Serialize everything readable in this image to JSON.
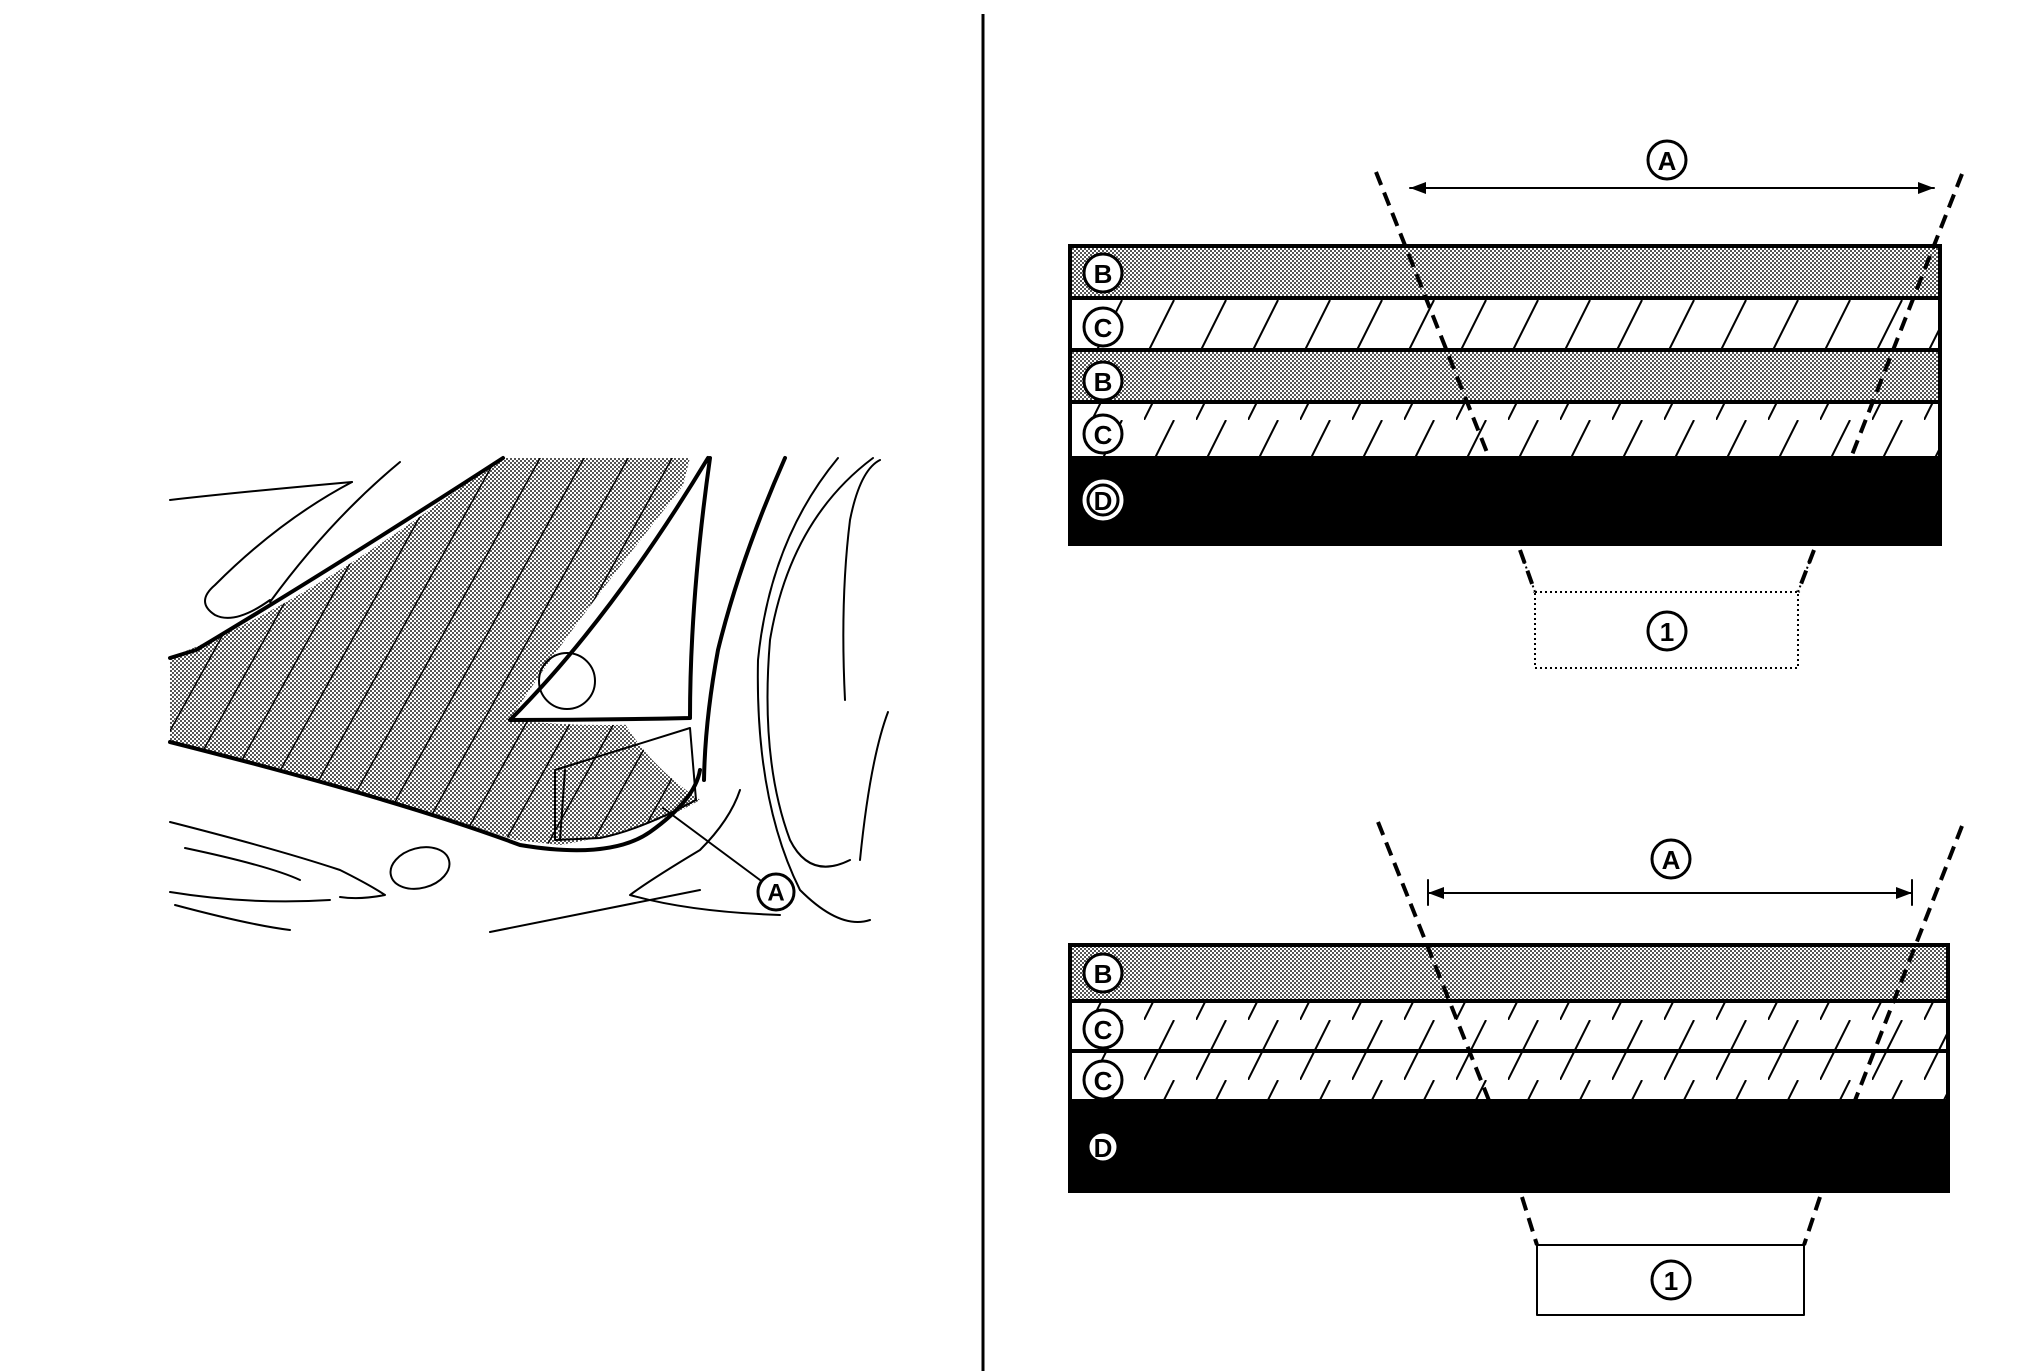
{
  "left_figure": {
    "callout": "A"
  },
  "top_diagram": {
    "dimension_label": "A",
    "layers": [
      "B",
      "C",
      "B",
      "C",
      "D"
    ],
    "bottom_label": "1"
  },
  "bottom_diagram": {
    "dimension_label": "A",
    "layers": [
      "B",
      "C",
      "C",
      "D"
    ],
    "bottom_label": "1"
  },
  "colors": {
    "line": "#000000",
    "stipple": "#a8a8a8",
    "background": "#ffffff"
  }
}
